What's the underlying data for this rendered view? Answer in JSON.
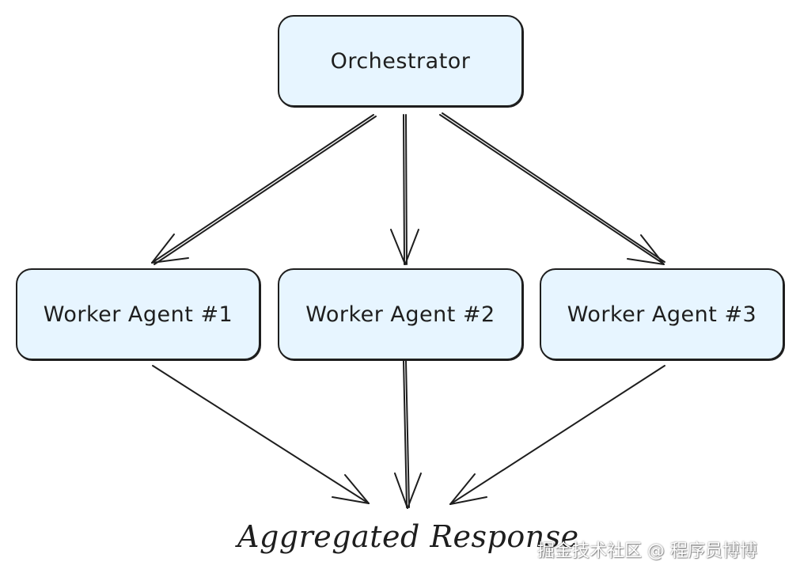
{
  "diagram": {
    "nodes": {
      "orchestrator": "Orchestrator",
      "worker_1": "Worker Agent #1",
      "worker_2": "Worker Agent #2",
      "worker_3": "Worker Agent #3"
    },
    "result_label": "Aggregated Response",
    "edges": [
      {
        "from": "Orchestrator",
        "to": "Worker Agent #1"
      },
      {
        "from": "Orchestrator",
        "to": "Worker Agent #2"
      },
      {
        "from": "Orchestrator",
        "to": "Worker Agent #3"
      },
      {
        "from": "Worker Agent #1",
        "to": "Aggregated Response"
      },
      {
        "from": "Worker Agent #2",
        "to": "Aggregated Response"
      },
      {
        "from": "Worker Agent #3",
        "to": "Aggregated Response"
      }
    ]
  },
  "watermark": "掘金技术社区 @ 程序员博博",
  "colors": {
    "node_fill": "#e7f5ff",
    "stroke": "#1e1e1e",
    "background": "#ffffff"
  }
}
